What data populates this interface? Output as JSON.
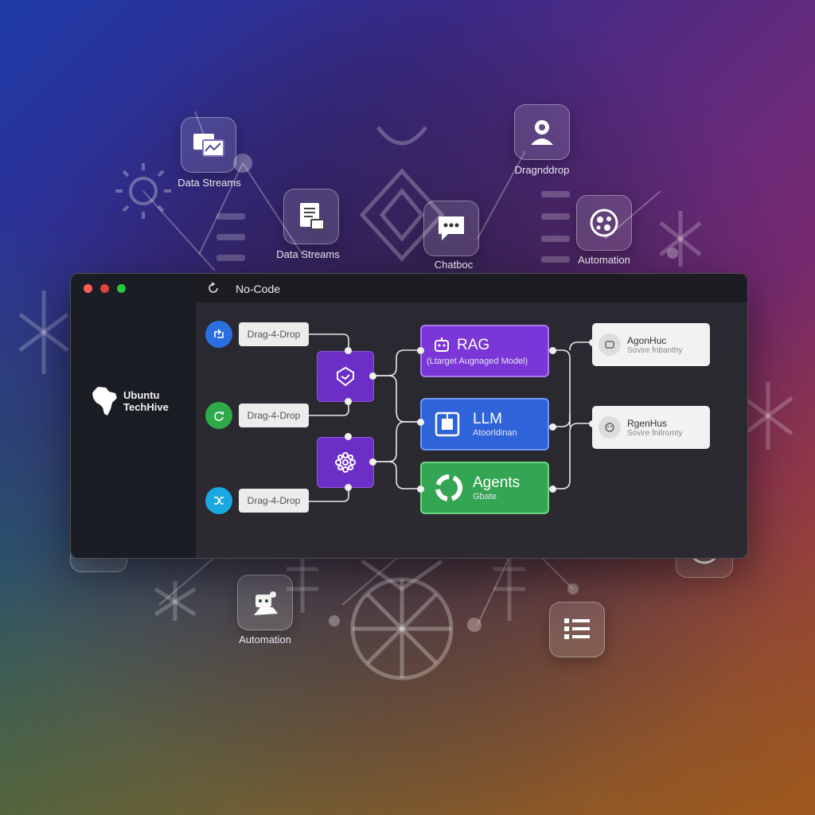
{
  "floating": {
    "data_streams_1": {
      "label": "Data Streams",
      "icon": "chart-image-icon"
    },
    "data_streams_2": {
      "label": "Data Streams",
      "icon": "document-stack-icon"
    },
    "chatbot": {
      "label": "Chatboc",
      "icon": "chat-bubble-icon"
    },
    "dragndrop": {
      "label": "Dragnddrop",
      "icon": "user-chat-icon"
    },
    "automation_top": {
      "label": "Automation",
      "icon": "cog-cluster-icon"
    },
    "automation_bottom": {
      "label": "Automation",
      "icon": "robot-hand-icon"
    }
  },
  "window": {
    "title": "No-Code",
    "brand": {
      "line1": "Ubuntu",
      "line2": "TechHive",
      "icon": "africa-map-icon"
    },
    "sources": [
      {
        "label": "Drag-4-Drop",
        "color": "#2a6fe0",
        "icon": "upload-icon"
      },
      {
        "label": "Drag-4-Drop",
        "color": "#2faa4a",
        "icon": "rotate-icon"
      },
      {
        "label": "Drag-4-Drop",
        "color": "#1aa8e0",
        "icon": "shuffle-icon"
      }
    ],
    "models": [
      {
        "title": "RAG",
        "subtitle": "(Ltarget Augnaged Model)",
        "color": "#7a36d6",
        "border": "#a77bf0",
        "icon": "robot-icon"
      },
      {
        "title": "LLM",
        "subtitle": "Atoorldinan",
        "color": "#2f63d9",
        "border": "#6d97f3",
        "icon": "circuit-icon"
      },
      {
        "title": "Agents",
        "subtitle": "Gbate",
        "color": "#34a552",
        "border": "#6ed583",
        "icon": "cycle-icon"
      }
    ],
    "outputs": [
      {
        "title": "AgonHuc",
        "subtitle": "Sovire fnbanthy"
      },
      {
        "title": "RgenHus",
        "subtitle": "Sovire fnitromty"
      }
    ]
  },
  "colors": {
    "dot_red": "#ff5f57",
    "dot_yellow": "#e0443e",
    "dot_green": "#28c840"
  }
}
